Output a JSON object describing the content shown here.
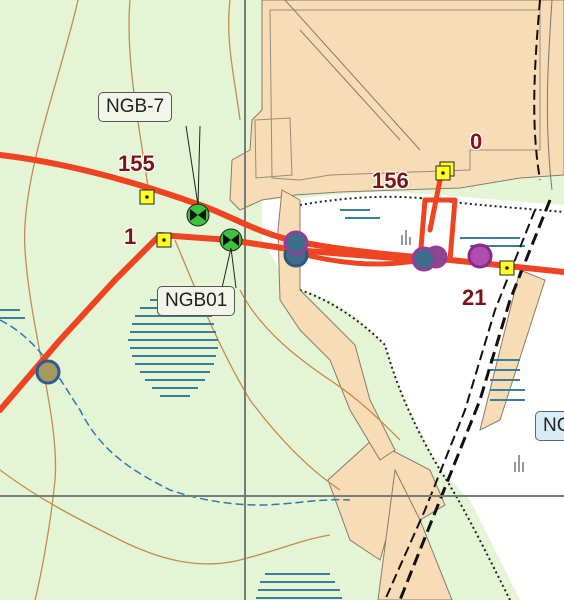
{
  "map": {
    "point_labels": [
      "155",
      "1",
      "156",
      "0",
      "21"
    ],
    "callouts": [
      "NGB-7",
      "NGB01",
      "NC"
    ],
    "colors": {
      "vegetation": "#e3f5d4",
      "open_area": "#ffffff",
      "building_area": "#f7dcb5",
      "pipeline": "#ee4422",
      "contour": "#c68a4e",
      "stream": "#2b78b8",
      "marsh_hatch": "#3c7d9a",
      "grid_line": "#7a7a7a",
      "label_text": "#7b1416",
      "well_marker_fill": "#ffff22",
      "valve_fill": "#3cc23c",
      "node_dark": "#3d6e8a",
      "node_purple": "#9a3a9a",
      "node_olive": "#a49a5c"
    },
    "icons": [
      "square-well-marker-icon",
      "valve-icon",
      "pipeline-node-icon"
    ]
  }
}
